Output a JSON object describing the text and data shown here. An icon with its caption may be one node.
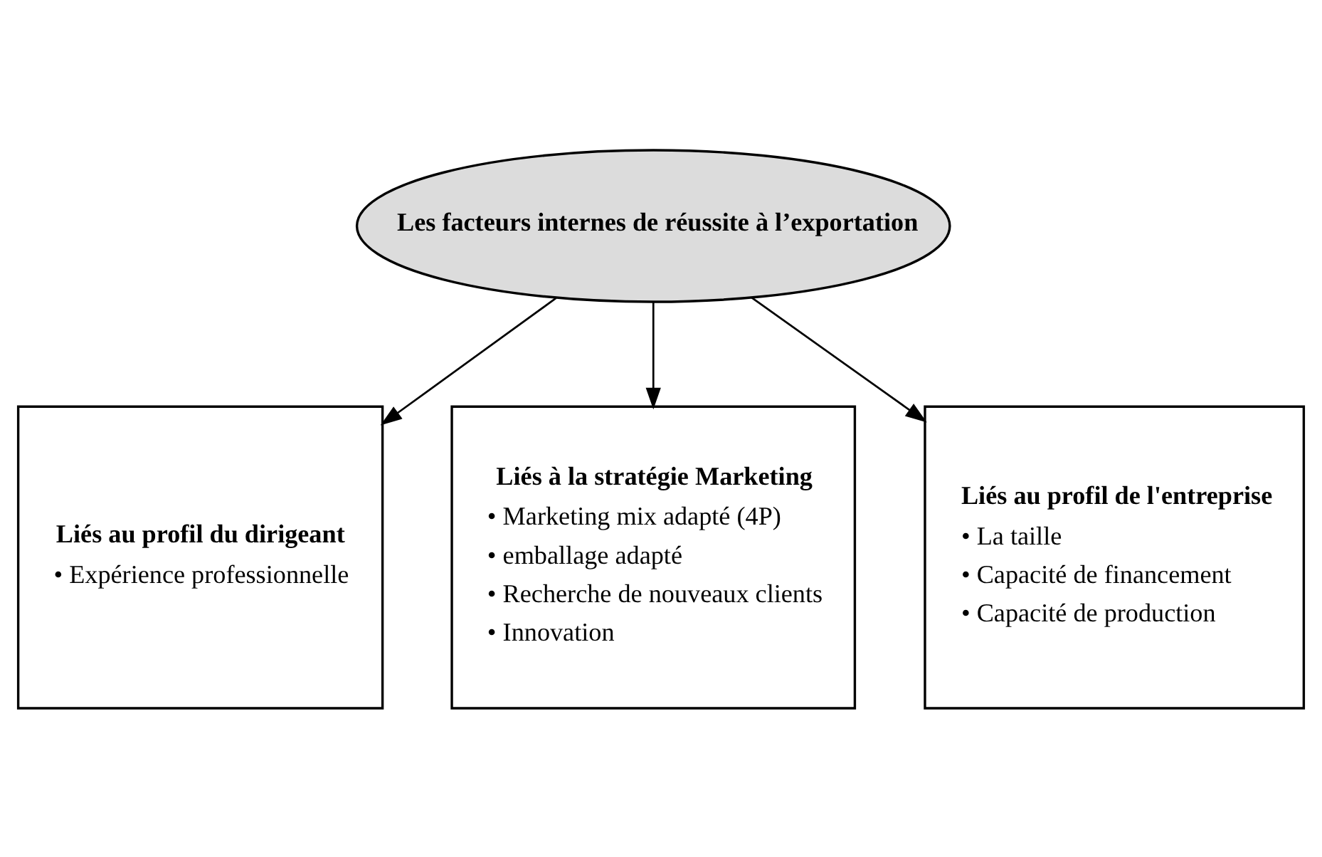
{
  "diagram": {
    "nodes": [
      {
        "text": [
          "Les facteurs internes de réussite à l’exportation"
        ]
      },
      {
        "text": [
          "Liés au profil du dirigeant",
          "• Expérience professionnelle"
        ]
      },
      {
        "text": [
          "Liés à la stratégie Marketing",
          "• Marketing mix adapté (4P)",
          "• emballage adapté",
          "• Recherche de nouveaux clients",
          "• Innovation"
        ]
      },
      {
        "text": [
          "Liés au profil de l'entreprise",
          "• La taille",
          "• Capacité de financement",
          "• Capacité de production"
        ]
      }
    ],
    "edges": [
      {
        "from": 0,
        "to": 1,
        "arrow": "to"
      },
      {
        "from": 0,
        "to": 2,
        "arrow": "to"
      },
      {
        "from": 0,
        "to": 3,
        "arrow": "to"
      }
    ]
  }
}
